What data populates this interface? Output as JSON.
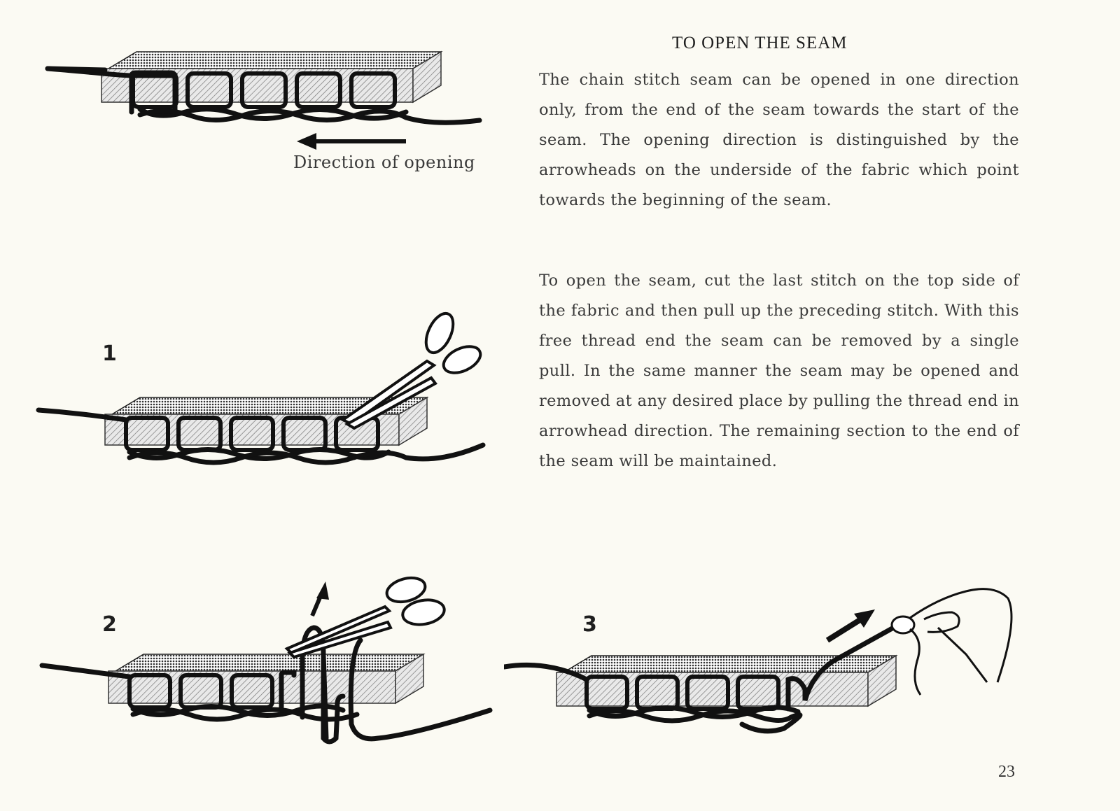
{
  "page": {
    "title": "TO OPEN THE SEAM",
    "paragraph1": "The chain stitch seam can be opened in one direction only, from the end of the seam towards the start of the seam. The opening direction is distinguished by the arrowheads on the underside of the fabric which point towards the beginning of the seam.",
    "paragraph2": "To open the seam, cut the last stitch on the top side of the fabric and then pull up the preceding stitch. With this free thread end the seam can be removed by a single pull. In the same manner the seam may be opened and removed at any desired place by pulling the thread end in arrowhead direction. The remaining section to the end of the seam will be maintained.",
    "page_number": "23"
  },
  "figures": {
    "top": {
      "caption": "Direction of opening"
    },
    "step1": {
      "label": "1"
    },
    "step2": {
      "label": "2"
    },
    "step3": {
      "label": "3"
    }
  },
  "icons": [
    "arrow-left-icon",
    "scissors-icon",
    "arrow-up-icon",
    "hand-icon",
    "arrow-diagonal-icon"
  ]
}
